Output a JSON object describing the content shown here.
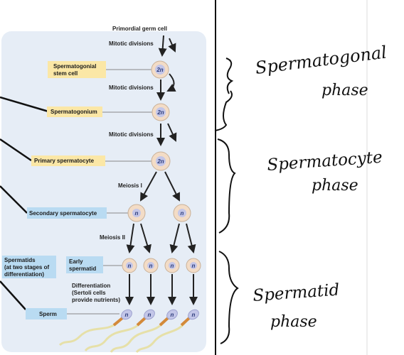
{
  "diagram": {
    "top_label": "Primordial germ cell",
    "mitotic_1": "Mitotic divisions",
    "mitotic_2": "Mitotic divisions",
    "mitotic_3": "Mitotic divisions",
    "meiosis_1": "Meiosis I",
    "meiosis_2": "Meiosis II",
    "stem_cell_line1": "Spermatogonial",
    "stem_cell_line2": "stem cell",
    "spermatogonium": "Spermatogonium",
    "primary": "Primary spermatocyte",
    "secondary": "Secondary spermatocyte",
    "spermatids_line1": "Spermatids",
    "spermatids_line2": "(at two stages of",
    "spermatids_line3": "differentiation)",
    "early_line1": "Early",
    "early_line2": "spermatid",
    "diff_line1": "Differentiation",
    "diff_line2": "(Sertoli cells",
    "diff_line3": "provide nutrients)",
    "sperm": "Sperm",
    "diploid": "2n",
    "haploid": "n"
  },
  "annotations": {
    "phase1_line1": "Spermatogonal",
    "phase1_line2": "phase",
    "phase2_line1": "Spermatocyte",
    "phase2_line2": "phase",
    "phase3_line1": "Spermatid",
    "phase3_line2": "phase"
  },
  "colors": {
    "panel_bg": "#e6edf6",
    "label_box_yellow": "#fbe7a6",
    "label_box_blue": "#b9dbf2",
    "cell_outer": "#f3dcc6",
    "cell_inner": "#c3c6e8",
    "sperm_mid": "#d3893a",
    "sperm_tail": "#e6e0a8"
  }
}
